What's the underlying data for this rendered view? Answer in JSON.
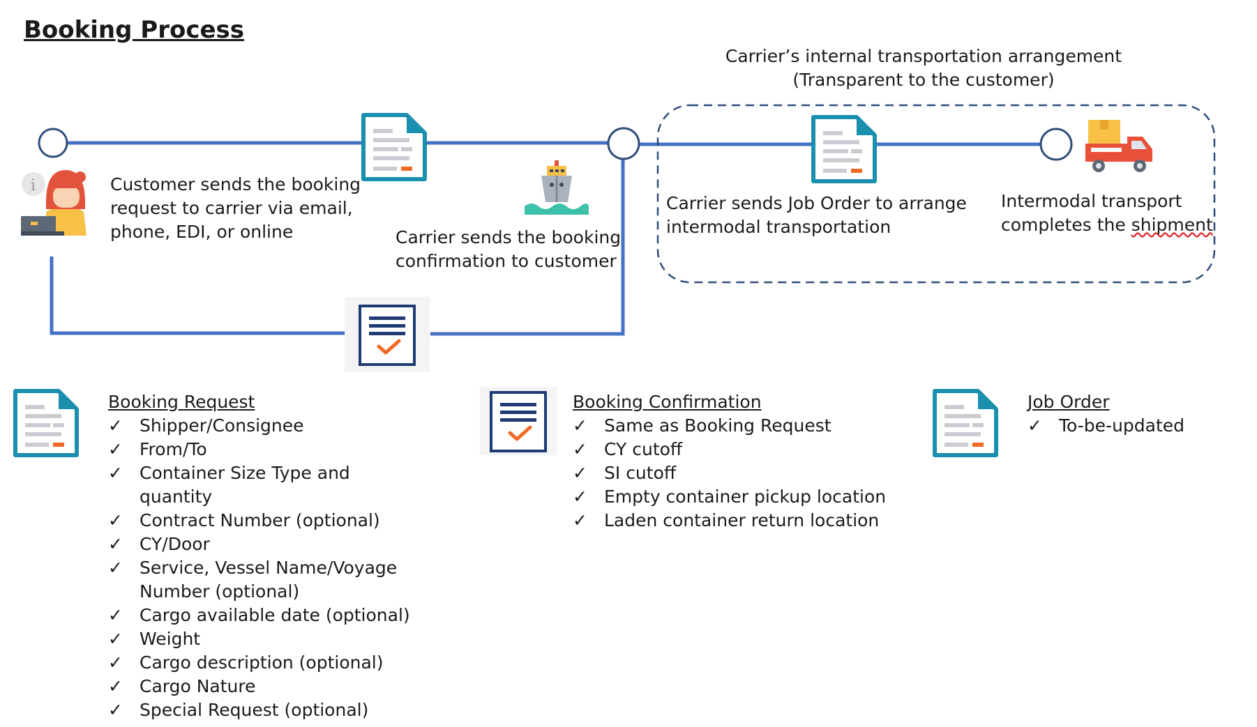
{
  "title": "Booking Process",
  "internal": {
    "line1": "Carrier’s internal transportation arrangement",
    "line2": "(Transparent to the customer)"
  },
  "steps": {
    "customer": [
      "Customer sends the booking",
      "request to carrier via email,",
      "phone, EDI, or online"
    ],
    "confirmation": [
      "Carrier sends the booking",
      "confirmation to customer"
    ],
    "job_order": [
      "Carrier sends Job Order to arrange",
      "intermodal transportation"
    ],
    "intermodal": [
      "Intermodal  transport",
      "completes the ",
      "shipment"
    ]
  },
  "check_glyph": "✓",
  "legend": {
    "booking_request": {
      "heading": "Booking Request",
      "items": [
        [
          "Shipper/Consignee"
        ],
        [
          "From/To"
        ],
        [
          "Container Size Type and",
          "quantity"
        ],
        [
          "Contract Number (optional)"
        ],
        [
          "CY/Door"
        ],
        [
          "Service, Vessel Name/Voyage",
          "Number (optional)"
        ],
        [
          "Cargo available date (optional)"
        ],
        [
          "Weight"
        ],
        [
          "Cargo description (optional)"
        ],
        [
          "Cargo Nature"
        ],
        [
          "Special Request (optional)"
        ]
      ]
    },
    "booking_confirmation": {
      "heading": "Booking Confirmation",
      "items": [
        [
          "Same as Booking Request"
        ],
        [
          "CY cutoff"
        ],
        [
          "SI cutoff"
        ],
        [
          "Empty container pickup location"
        ],
        [
          "Laden container return location"
        ]
      ]
    },
    "job_order": {
      "heading": "Job Order",
      "items": [
        [
          "To-be-updated"
        ]
      ]
    }
  },
  "colors": {
    "flow_line": "#4472c4",
    "dashed_box": "#2f4d7c",
    "doc_border": "#1b8fae",
    "doc_fill": "#ffffff",
    "doc_accent": "#f06a26",
    "confirm_border": "#1f3b73",
    "truck_red": "#e8503a",
    "box_yellow": "#f7c046",
    "person_hair": "#e2533b",
    "person_shirt": "#f7c046",
    "water": "#3cc0a8"
  }
}
